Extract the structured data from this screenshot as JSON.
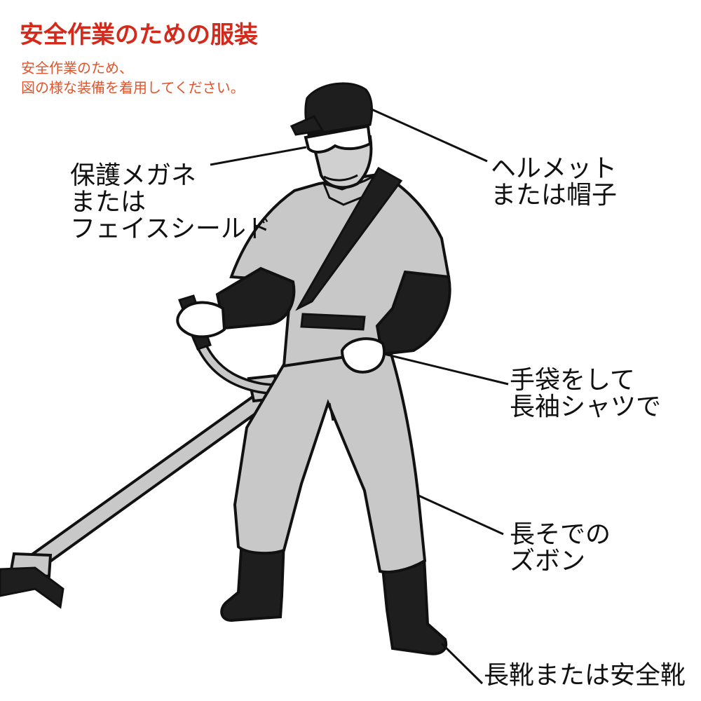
{
  "header": {
    "title": "安全作業のための服装",
    "subtitle_lines": [
      "安全作業のため、",
      "図の様な装備を着用してください。"
    ]
  },
  "labels": {
    "goggles": [
      "保護メガネ",
      "または",
      "フェイスシールド"
    ],
    "helmet": [
      "ヘルメット",
      "または帽子"
    ],
    "gloves": [
      "手袋をして",
      "長袖シャツで"
    ],
    "trousers": [
      "長そでの",
      "ズボン"
    ],
    "boots": [
      "長靴または安全靴"
    ]
  },
  "colors": {
    "title": "#d42a1c",
    "subtitle": "#e0552b",
    "clothing": "#c8c8c8",
    "dark_gear": "#1e1e1e",
    "outline": "#111111"
  }
}
